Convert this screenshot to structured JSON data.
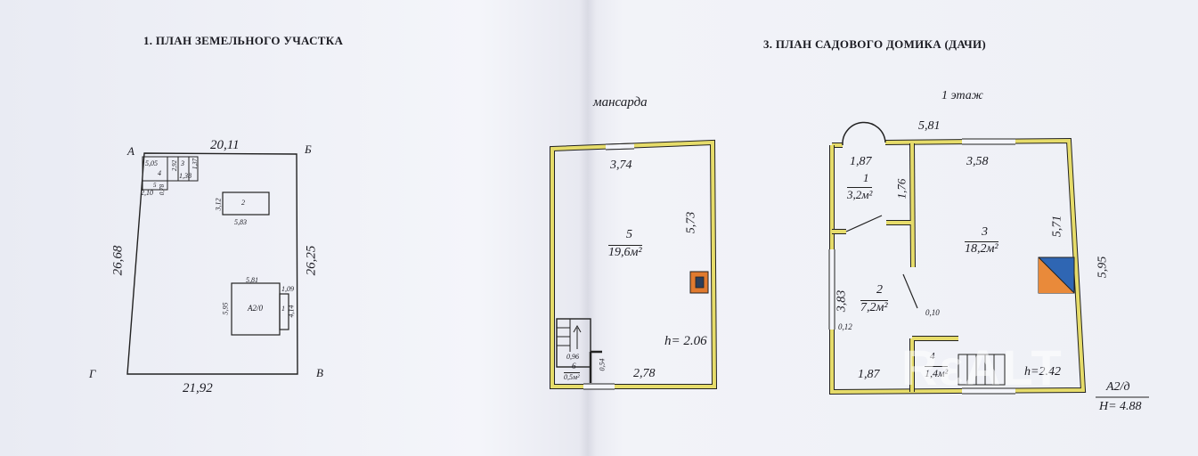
{
  "left": {
    "heading": "1. ПЛАН ЗЕМЕЛЬНОГО УЧАСТКА",
    "corners": {
      "a": "А",
      "b": "Б",
      "v": "В",
      "g": "Г"
    },
    "dims": {
      "top": "20,11",
      "bottom": "21,92",
      "left": "26,68",
      "right": "26,25"
    },
    "shed": {
      "a": "5,05",
      "b": "4",
      "c": "3",
      "d": "2,92",
      "e": "1,38",
      "f": "1,37",
      "g": "5",
      "h": "2,10",
      "i": "0,78"
    },
    "bldg2": {
      "label": "2",
      "w": "5,83",
      "h": "3,12"
    },
    "house": {
      "label": "А2/0",
      "w": "5,81",
      "h": "5,95",
      "porch": "1",
      "p1": "1,09",
      "p2": "4,14"
    }
  },
  "right": {
    "heading": "3. ПЛАН САДОВОГО ДОМИКА (ДАЧИ)",
    "floor1_label": "1  этаж",
    "attic": {
      "label": "мансарда",
      "room_num": "5",
      "room_area": "19,6м²",
      "w_top": "3,74",
      "h_right": "5,73",
      "height": "h= 2.06",
      "stair_w": "0,96",
      "stair_num": "6",
      "stair_area": "0,5м²",
      "stair_h": "0,54",
      "w_bottom": "2,78"
    },
    "floor1": {
      "top": "5,81",
      "r1_w": "1,87",
      "r1_num": "1",
      "r1_area": "3,2м²",
      "r1_h": "1,76",
      "r3_w": "3,58",
      "r3_num": "3",
      "r3_area": "18,2м²",
      "r3_h": "5,71",
      "outer_h": "5,95",
      "r2_h": "3,83",
      "r2_num": "2",
      "r2_area": "7,2м²",
      "d1": "0,10",
      "d2": "0,12",
      "bottom_w": "1,87",
      "r4_num": "4",
      "r4_area": "1,4м²",
      "height": "h=2.42",
      "building": "А2/д",
      "total_h": "H= 4.88"
    }
  },
  "watermark": "RεALT"
}
